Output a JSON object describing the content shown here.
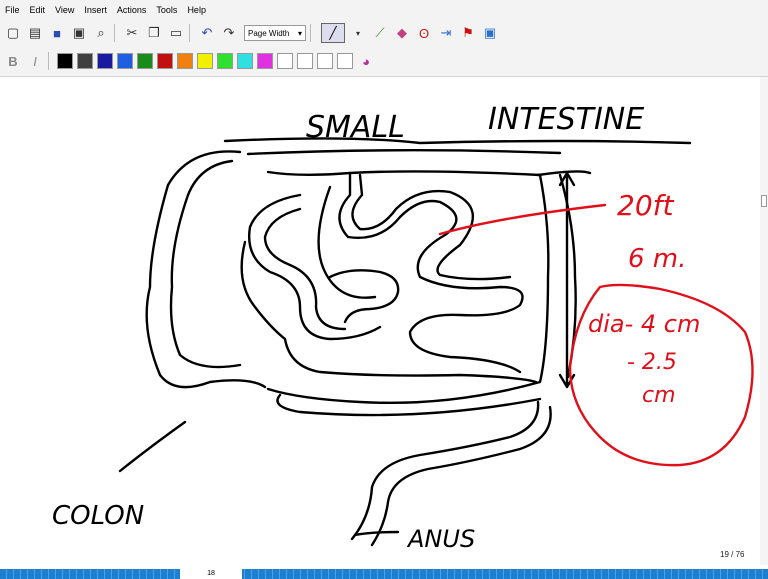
{
  "menu": [
    "File",
    "Edit",
    "View",
    "Insert",
    "Actions",
    "Tools",
    "Help"
  ],
  "toolbar": {
    "zoom_value": "Page Width",
    "bold_label": "B",
    "italic_label": "I"
  },
  "palette": [
    "#000000",
    "#404040",
    "#1a1aa0",
    "#1f5fe0",
    "#1a8a1a",
    "#c01010",
    "#f08010",
    "#f0f000",
    "#30e030",
    "#30e0e0",
    "#e030e0",
    "#ffffff",
    "#ffffff",
    "#ffffff",
    "#ffffff"
  ],
  "drawing": {
    "title_left": "SMALL",
    "title_right": "INTESTINE",
    "length_ft": "20ft",
    "length_m": "6 m.",
    "diameter_line1": "dia- 4 cm",
    "diameter_line2": "- 2.5",
    "diameter_line3": "cm",
    "label_colon": "COLON",
    "label_anus": "ANUS"
  },
  "status": {
    "page_counter": "19 / 76",
    "mid_text": "18"
  },
  "colors": {
    "ink_black": "#000000",
    "ink_red": "#e0101a",
    "status_blue": "#1d7fd0"
  }
}
